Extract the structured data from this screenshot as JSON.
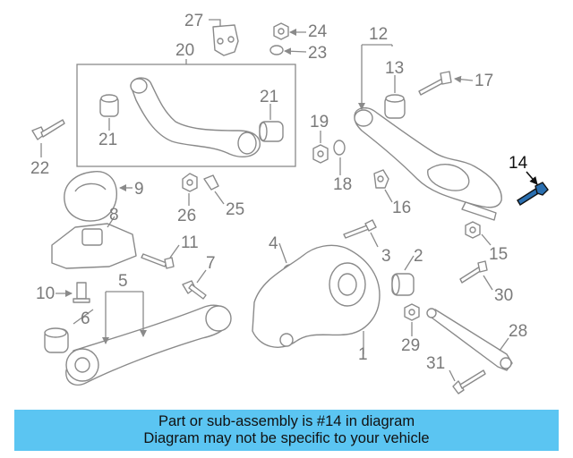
{
  "diagram": {
    "labels": {
      "p1": "1",
      "p2": "2",
      "p3": "3",
      "p4": "4",
      "p5": "5",
      "p6": "6",
      "p7": "7",
      "p8": "8",
      "p9": "9",
      "p10": "10",
      "p11": "11",
      "p12": "12",
      "p13": "13",
      "p14": "14",
      "p15": "15",
      "p16": "16",
      "p17": "17",
      "p18": "18",
      "p19": "19",
      "p20": "20",
      "p21a": "21",
      "p21b": "21",
      "p22": "22",
      "p23": "23",
      "p24": "24",
      "p25": "25",
      "p26": "26",
      "p27": "27",
      "p28": "28",
      "p29": "29",
      "p30": "30",
      "p31": "31"
    },
    "highlighted_part": "14",
    "colors": {
      "line": "#8a8a8a",
      "label": "#7a7a7a",
      "highlight": "#111111",
      "highlight_fill": "#2a6fb0"
    }
  },
  "banner": {
    "line1": "Part or sub-assembly is #14 in diagram",
    "line2": "Diagram may not be specific to your vehicle",
    "background": "#5bc5f2"
  }
}
